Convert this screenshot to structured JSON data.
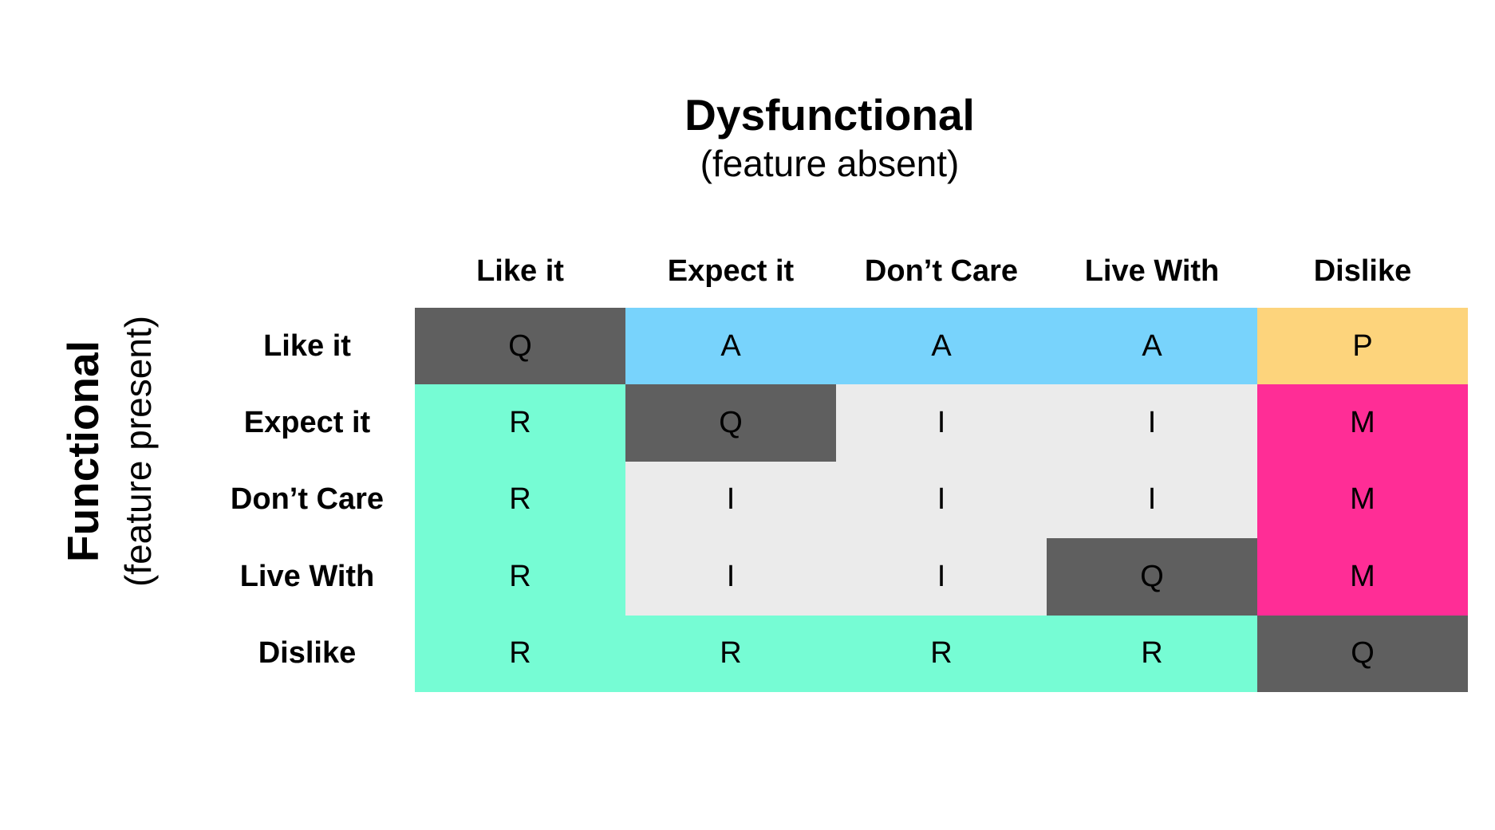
{
  "title": "Dysfunctional",
  "subtitle": "(feature absent)",
  "side_title": "Functional",
  "side_subtitle": "(feature present)",
  "columns": [
    "Like it",
    "Expect it",
    "Don’t Care",
    "Live With",
    "Dislike"
  ],
  "rows": [
    "Like it",
    "Expect it",
    "Don’t Care",
    "Live With",
    "Dislike"
  ],
  "colors": {
    "Q": "#5f5f5f",
    "A": "#78d3fc",
    "P": "#fdd47c",
    "R": "#76fcd4",
    "I": "#ebebeb",
    "M": "#ff2d96"
  },
  "cells": [
    [
      "Q",
      "A",
      "A",
      "A",
      "P"
    ],
    [
      "R",
      "Q",
      "I",
      "I",
      "M"
    ],
    [
      "R",
      "I",
      "I",
      "I",
      "M"
    ],
    [
      "R",
      "I",
      "I",
      "Q",
      "M"
    ],
    [
      "R",
      "R",
      "R",
      "R",
      "Q"
    ]
  ]
}
